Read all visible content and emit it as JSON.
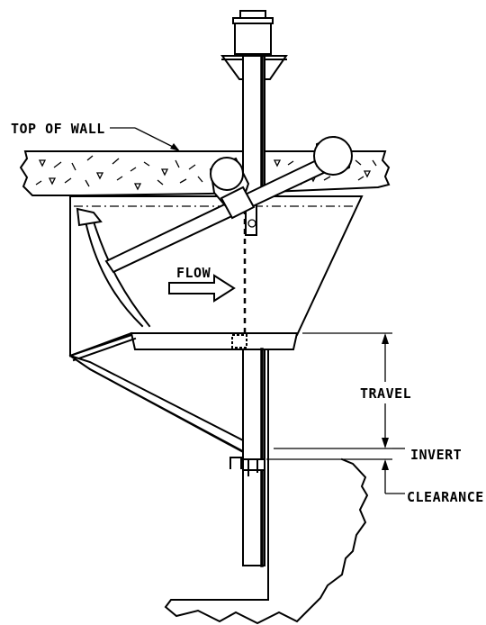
{
  "labels": {
    "top_of_wall": "TOP OF WALL",
    "flow": "FLOW",
    "travel": "TRAVEL",
    "invert": "INVERT",
    "clearance": "CLEARANCE"
  },
  "colors": {
    "line": "#000000",
    "background": "#ffffff"
  }
}
